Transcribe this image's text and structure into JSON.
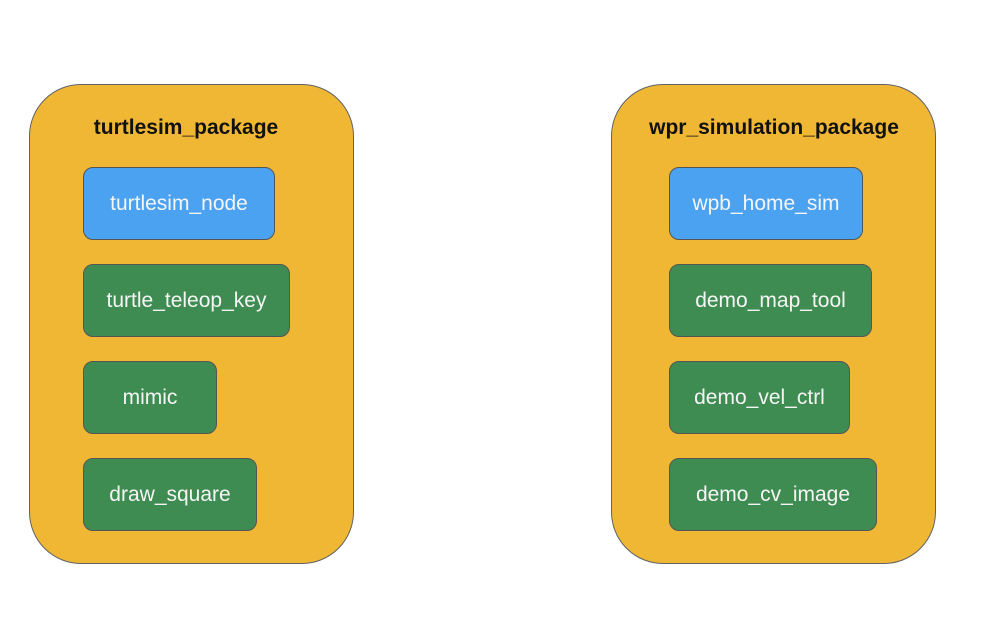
{
  "colors": {
    "package_fill": "#f0b734",
    "executable_node_blue": "#4ba2f1",
    "executable_node_green": "#3f8c52",
    "border": "#5f6368"
  },
  "packages": [
    {
      "title": "turtlesim_package",
      "nodes": [
        {
          "label": "turtlesim_node",
          "color": "blue"
        },
        {
          "label": "turtle_teleop_key",
          "color": "green"
        },
        {
          "label": "mimic",
          "color": "green"
        },
        {
          "label": "draw_square",
          "color": "green"
        }
      ]
    },
    {
      "title": "wpr_simulation_package",
      "nodes": [
        {
          "label": "wpb_home_sim",
          "color": "blue"
        },
        {
          "label": "demo_map_tool",
          "color": "green"
        },
        {
          "label": "demo_vel_ctrl",
          "color": "green"
        },
        {
          "label": "demo_cv_image",
          "color": "green"
        }
      ]
    }
  ]
}
